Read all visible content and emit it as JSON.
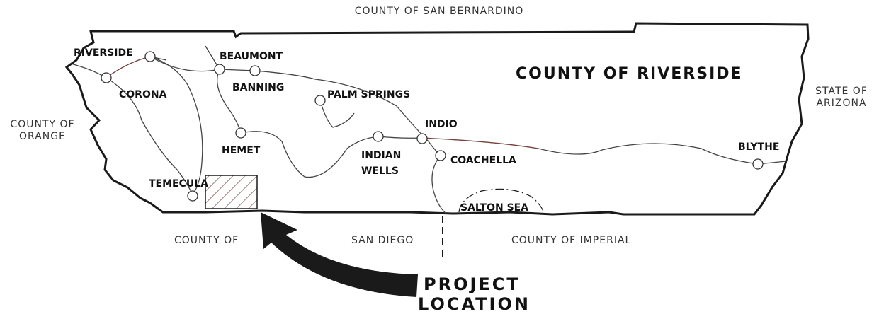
{
  "map": {
    "title": "COUNTY OF RIVERSIDE",
    "north_neighbor": "COUNTY OF SAN BERNARDINO",
    "west_neighbor": [
      "COUNTY OF",
      "ORANGE"
    ],
    "east_neighbor": [
      "STATE OF",
      "ARIZONA"
    ],
    "south_neighbor_1": "COUNTY OF",
    "south_neighbor_2": "SAN DIEGO",
    "south_east_neighbor": "COUNTY OF IMPERIAL",
    "project_label": [
      "PROJECT",
      "LOCATION"
    ],
    "cities": [
      {
        "id": "riverside",
        "label": "RIVERSIDE"
      },
      {
        "id": "corona",
        "label": "CORONA"
      },
      {
        "id": "beaumont",
        "label": "BEAUMONT"
      },
      {
        "id": "banning",
        "label": "BANNING"
      },
      {
        "id": "palm-springs",
        "label": "PALM SPRINGS"
      },
      {
        "id": "hemet",
        "label": "HEMET"
      },
      {
        "id": "indio",
        "label": "INDIO"
      },
      {
        "id": "indian-wells",
        "label": [
          "INDIAN",
          "WELLS"
        ]
      },
      {
        "id": "coachella",
        "label": "COACHELLA"
      },
      {
        "id": "temecula",
        "label": "TEMECULA"
      },
      {
        "id": "blythe",
        "label": "BLYTHE"
      }
    ],
    "water_body": "SALTON SEA",
    "colors": {
      "boundary": "#1a1a1a",
      "roads": "#444444",
      "road_accent": "#c0392b",
      "hatch": "#7a4a4a",
      "arrow": "#1a1a1a"
    }
  }
}
